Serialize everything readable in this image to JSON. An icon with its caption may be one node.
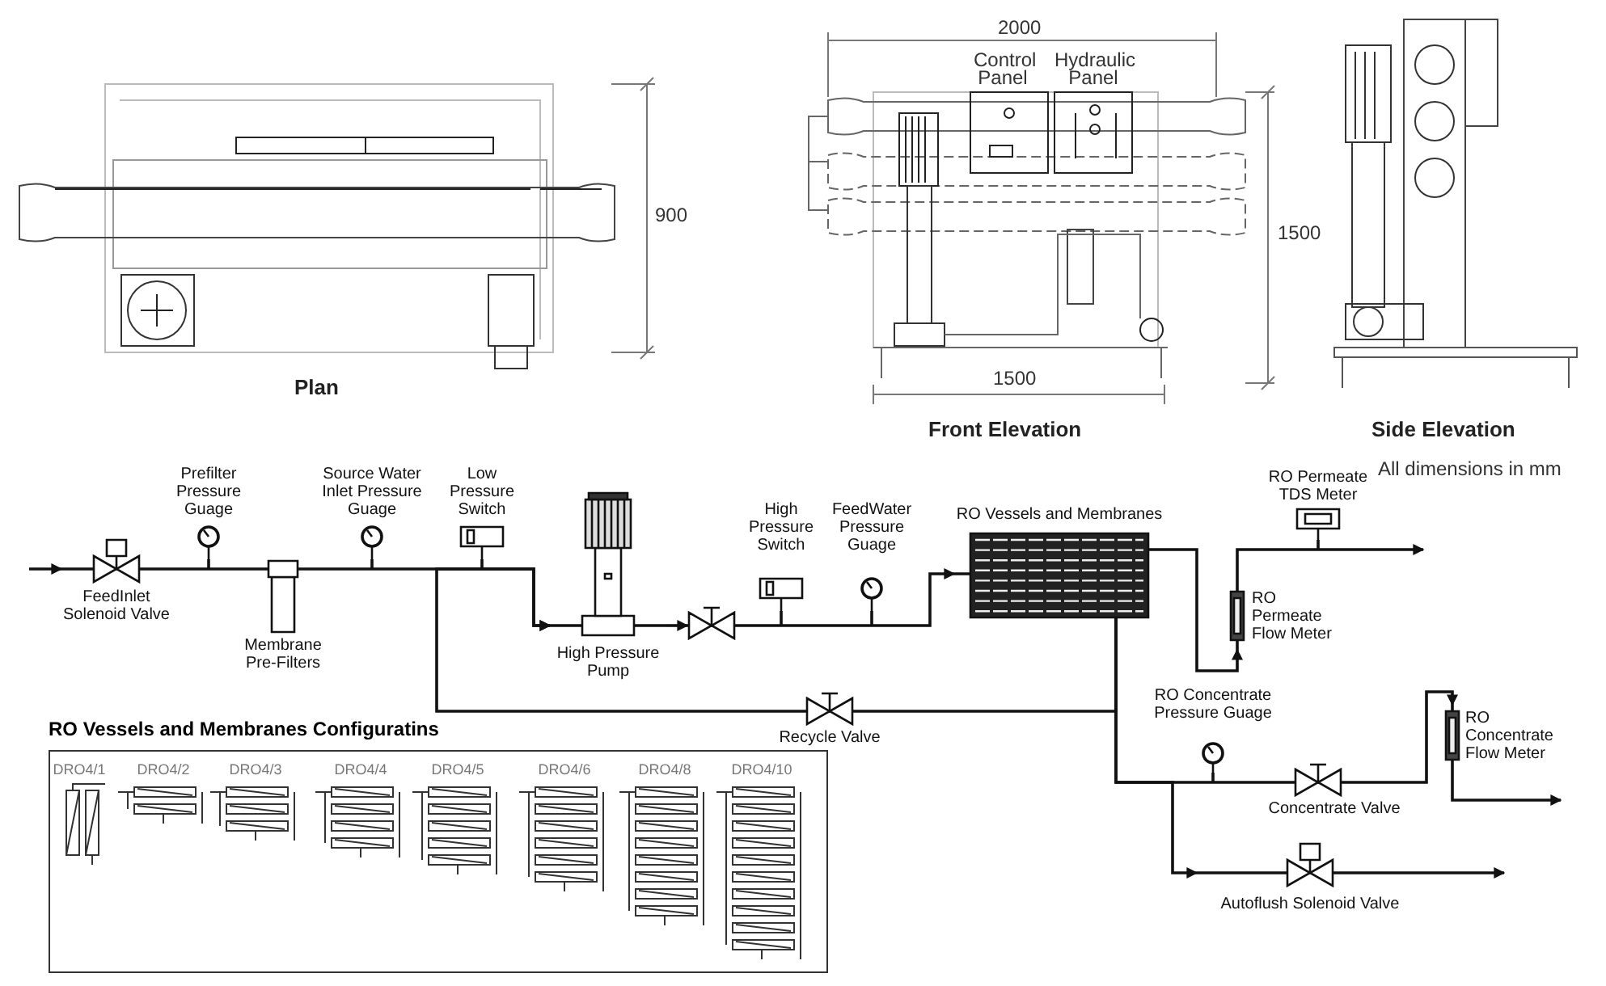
{
  "diagram": {
    "nodes": [
      {
        "text": [
          "FeedInlet Solenoid Valve"
        ]
      },
      {
        "text": [
          "Prefilter Pressure Guage"
        ]
      },
      {
        "text": [
          "Membrane Pre-Filters"
        ]
      },
      {
        "text": [
          "Source Water Inlet Pressure Guage"
        ]
      },
      {
        "text": [
          "Low Pressure Switch"
        ]
      },
      {
        "text": [
          "High Pressure Pump"
        ]
      },
      {
        "text": [],
        "shape": "valve"
      },
      {
        "text": [
          "High Pressure Switch"
        ]
      },
      {
        "text": [
          "FeedWater Pressure Guage"
        ]
      },
      {
        "text": [
          "RO Vessels and Membranes"
        ]
      },
      {
        "text": [
          "RO Permeate Flow Meter"
        ]
      },
      {
        "text": [
          "RO Permeate TDS Meter"
        ]
      },
      {
        "text": [
          "Recycle Valve"
        ]
      },
      {
        "text": [
          "RO Concentrate Pressure Guage"
        ]
      },
      {
        "text": [
          "Concentrate Valve"
        ]
      },
      {
        "text": [
          "RO Concentrate Flow Meter"
        ]
      },
      {
        "text": [
          "Autoflush Solenoid Valve"
        ]
      },
      {
        "text": [
          "RO Vessels and Membranes Configuratins"
        ]
      }
    ],
    "edges": [
      {
        "from": null,
        "to": 0,
        "arrow": "to"
      },
      {
        "from": 0,
        "to": 2,
        "arrow": "none"
      },
      {
        "from": 1,
        "to": null,
        "arrow": "none"
      },
      {
        "from": 2,
        "to": 5,
        "arrow": "to"
      },
      {
        "from": 3,
        "to": null,
        "arrow": "none"
      },
      {
        "from": 4,
        "to": null,
        "arrow": "none"
      },
      {
        "from": 12,
        "to": 5,
        "arrow": "to"
      },
      {
        "from": 5,
        "to": 6,
        "arrow": "to"
      },
      {
        "from": 6,
        "to": 9,
        "arrow": "to"
      },
      {
        "from": 7,
        "to": null,
        "arrow": "none"
      },
      {
        "from": 8,
        "to": null,
        "arrow": "none"
      },
      {
        "from": 9,
        "to": 10,
        "arrow": "to"
      },
      {
        "from": 10,
        "to": null,
        "arrow": "to"
      },
      {
        "from": 11,
        "to": null,
        "arrow": "none"
      },
      {
        "from": 9,
        "to": 12,
        "arrow": "none"
      },
      {
        "from": 9,
        "to": 14,
        "arrow": "none"
      },
      {
        "from": 13,
        "to": null,
        "arrow": "none"
      },
      {
        "from": 14,
        "to": 15,
        "arrow": "to"
      },
      {
        "from": 15,
        "to": null,
        "arrow": "to"
      },
      {
        "from": 9,
        "to": 16,
        "arrow": "to"
      },
      {
        "from": 16,
        "to": null,
        "arrow": "to"
      }
    ],
    "labels": [
      "2000",
      "Control Panel",
      "Hydraulic Panel",
      "900",
      "1500",
      "1500",
      "Plan",
      "Front Elevation",
      "Side Elevation",
      "All dimensions in mm",
      "DRO4/1",
      "DRO4/2",
      "DRO4/3",
      "DRO4/4",
      "DRO4/5",
      "DRO4/6",
      "DRO4/8",
      "DRO4/10"
    ]
  }
}
